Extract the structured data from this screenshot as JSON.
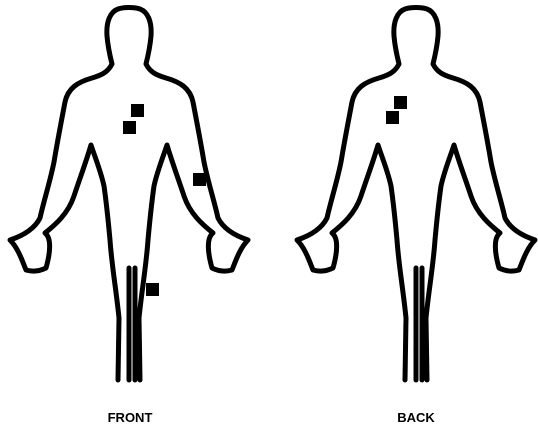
{
  "figures": [
    {
      "id": "front",
      "label": "FRONT",
      "markers": [
        {
          "site": "upper-chest-right"
        },
        {
          "site": "upper-chest-left"
        },
        {
          "site": "left-forearm"
        },
        {
          "site": "left-thigh"
        }
      ]
    },
    {
      "id": "back",
      "label": "BACK",
      "markers": [
        {
          "site": "upper-back-right"
        },
        {
          "site": "upper-back-left"
        }
      ]
    }
  ],
  "colors": {
    "outline": "#000000",
    "marker": "#000000",
    "background": "#ffffff"
  }
}
